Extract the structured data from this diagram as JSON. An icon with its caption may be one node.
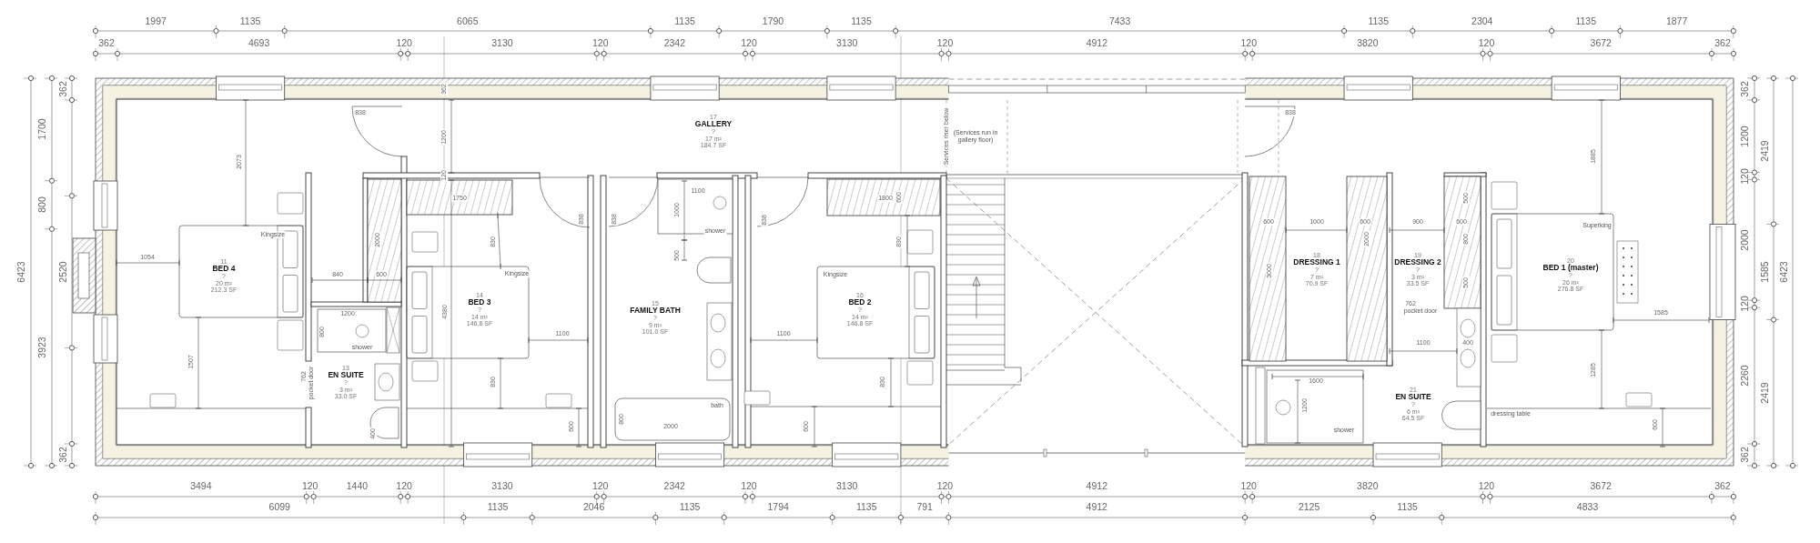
{
  "diagram": {
    "nodes": [
      {
        "text": [
          "17",
          "GALLERY",
          "?",
          "17 m²",
          "184.7 SF"
        ]
      },
      {
        "text": [
          "11",
          "BED 4",
          "?",
          "20 m²",
          "212.3 SF"
        ]
      },
      {
        "text": [
          "14",
          "BED 3",
          "?",
          "14 m²",
          "146.8 SF"
        ]
      },
      {
        "text": [
          "13",
          "EN SUITE",
          "?",
          "3 m²",
          "33.0 SF"
        ]
      },
      {
        "text": [
          "15",
          "FAMILY BATH",
          "?",
          "9 m²",
          "101.0 SF"
        ]
      },
      {
        "text": [
          "16",
          "BED 2",
          "?",
          "14 m²",
          "146.8 SF"
        ]
      },
      {
        "text": [
          "18",
          "DRESSING 1",
          "?",
          "7 m²",
          "70.9 SF"
        ]
      },
      {
        "text": [
          "19",
          "DRESSING 2",
          "?",
          "3 m²",
          "33.5 SF"
        ]
      },
      {
        "text": [
          "20",
          "BED 1 (master)",
          "?",
          "26 m²",
          "276.8 SF"
        ]
      },
      {
        "text": [
          "21",
          "EN SUITE",
          "?",
          "6 m²",
          "64.5 SF"
        ]
      }
    ],
    "labels": [
      "1997",
      "1135",
      "6065",
      "1135",
      "1790",
      "1135",
      "7433",
      "1135",
      "2304",
      "1135",
      "1877",
      "362",
      "4693",
      "120",
      "3130",
      "120",
      "2342",
      "120",
      "3130",
      "120",
      "4912",
      "120",
      "3820",
      "120",
      "3672",
      "362",
      "362",
      "1700",
      "800",
      "6423",
      "2520",
      "3923",
      "362",
      "362",
      "1200",
      "2419",
      "120",
      "2000",
      "1585",
      "6423",
      "120",
      "2260",
      "2419",
      "362",
      "3494",
      "120",
      "1440",
      "120",
      "3130",
      "120",
      "2342",
      "120",
      "3130",
      "120",
      "4912",
      "120",
      "3820",
      "120",
      "3672",
      "362",
      "6099",
      "1135",
      "2046",
      "1135",
      "1794",
      "1135",
      "791",
      "4912",
      "2125",
      "1135",
      "4833",
      "838",
      "2073",
      "1200",
      "362",
      "120",
      "1750",
      "838",
      "838",
      "1054",
      "Kingsize",
      "2000",
      "840",
      "600",
      "1200",
      "800",
      "shower",
      "1507",
      "762",
      "pocket door",
      "400",
      "4380",
      "Kingsize",
      "830",
      "1100",
      "830",
      "600",
      "Services riser below",
      "(Services run in gallery floor)",
      "1100",
      "1000",
      "shower",
      "500",
      "838",
      "1800",
      "600",
      "830",
      "Kingsize",
      "1100",
      "830",
      "bath",
      "800",
      "2000",
      "600",
      "838",
      "1885",
      "500",
      "600",
      "1000",
      "600",
      "900",
      "600",
      "Superking",
      "2000",
      "800",
      "3000",
      "500",
      "762",
      "pocket door",
      "1585",
      "1100",
      "400",
      "1285",
      "1600",
      "1200",
      "dressing table",
      "shower",
      "600"
    ]
  }
}
